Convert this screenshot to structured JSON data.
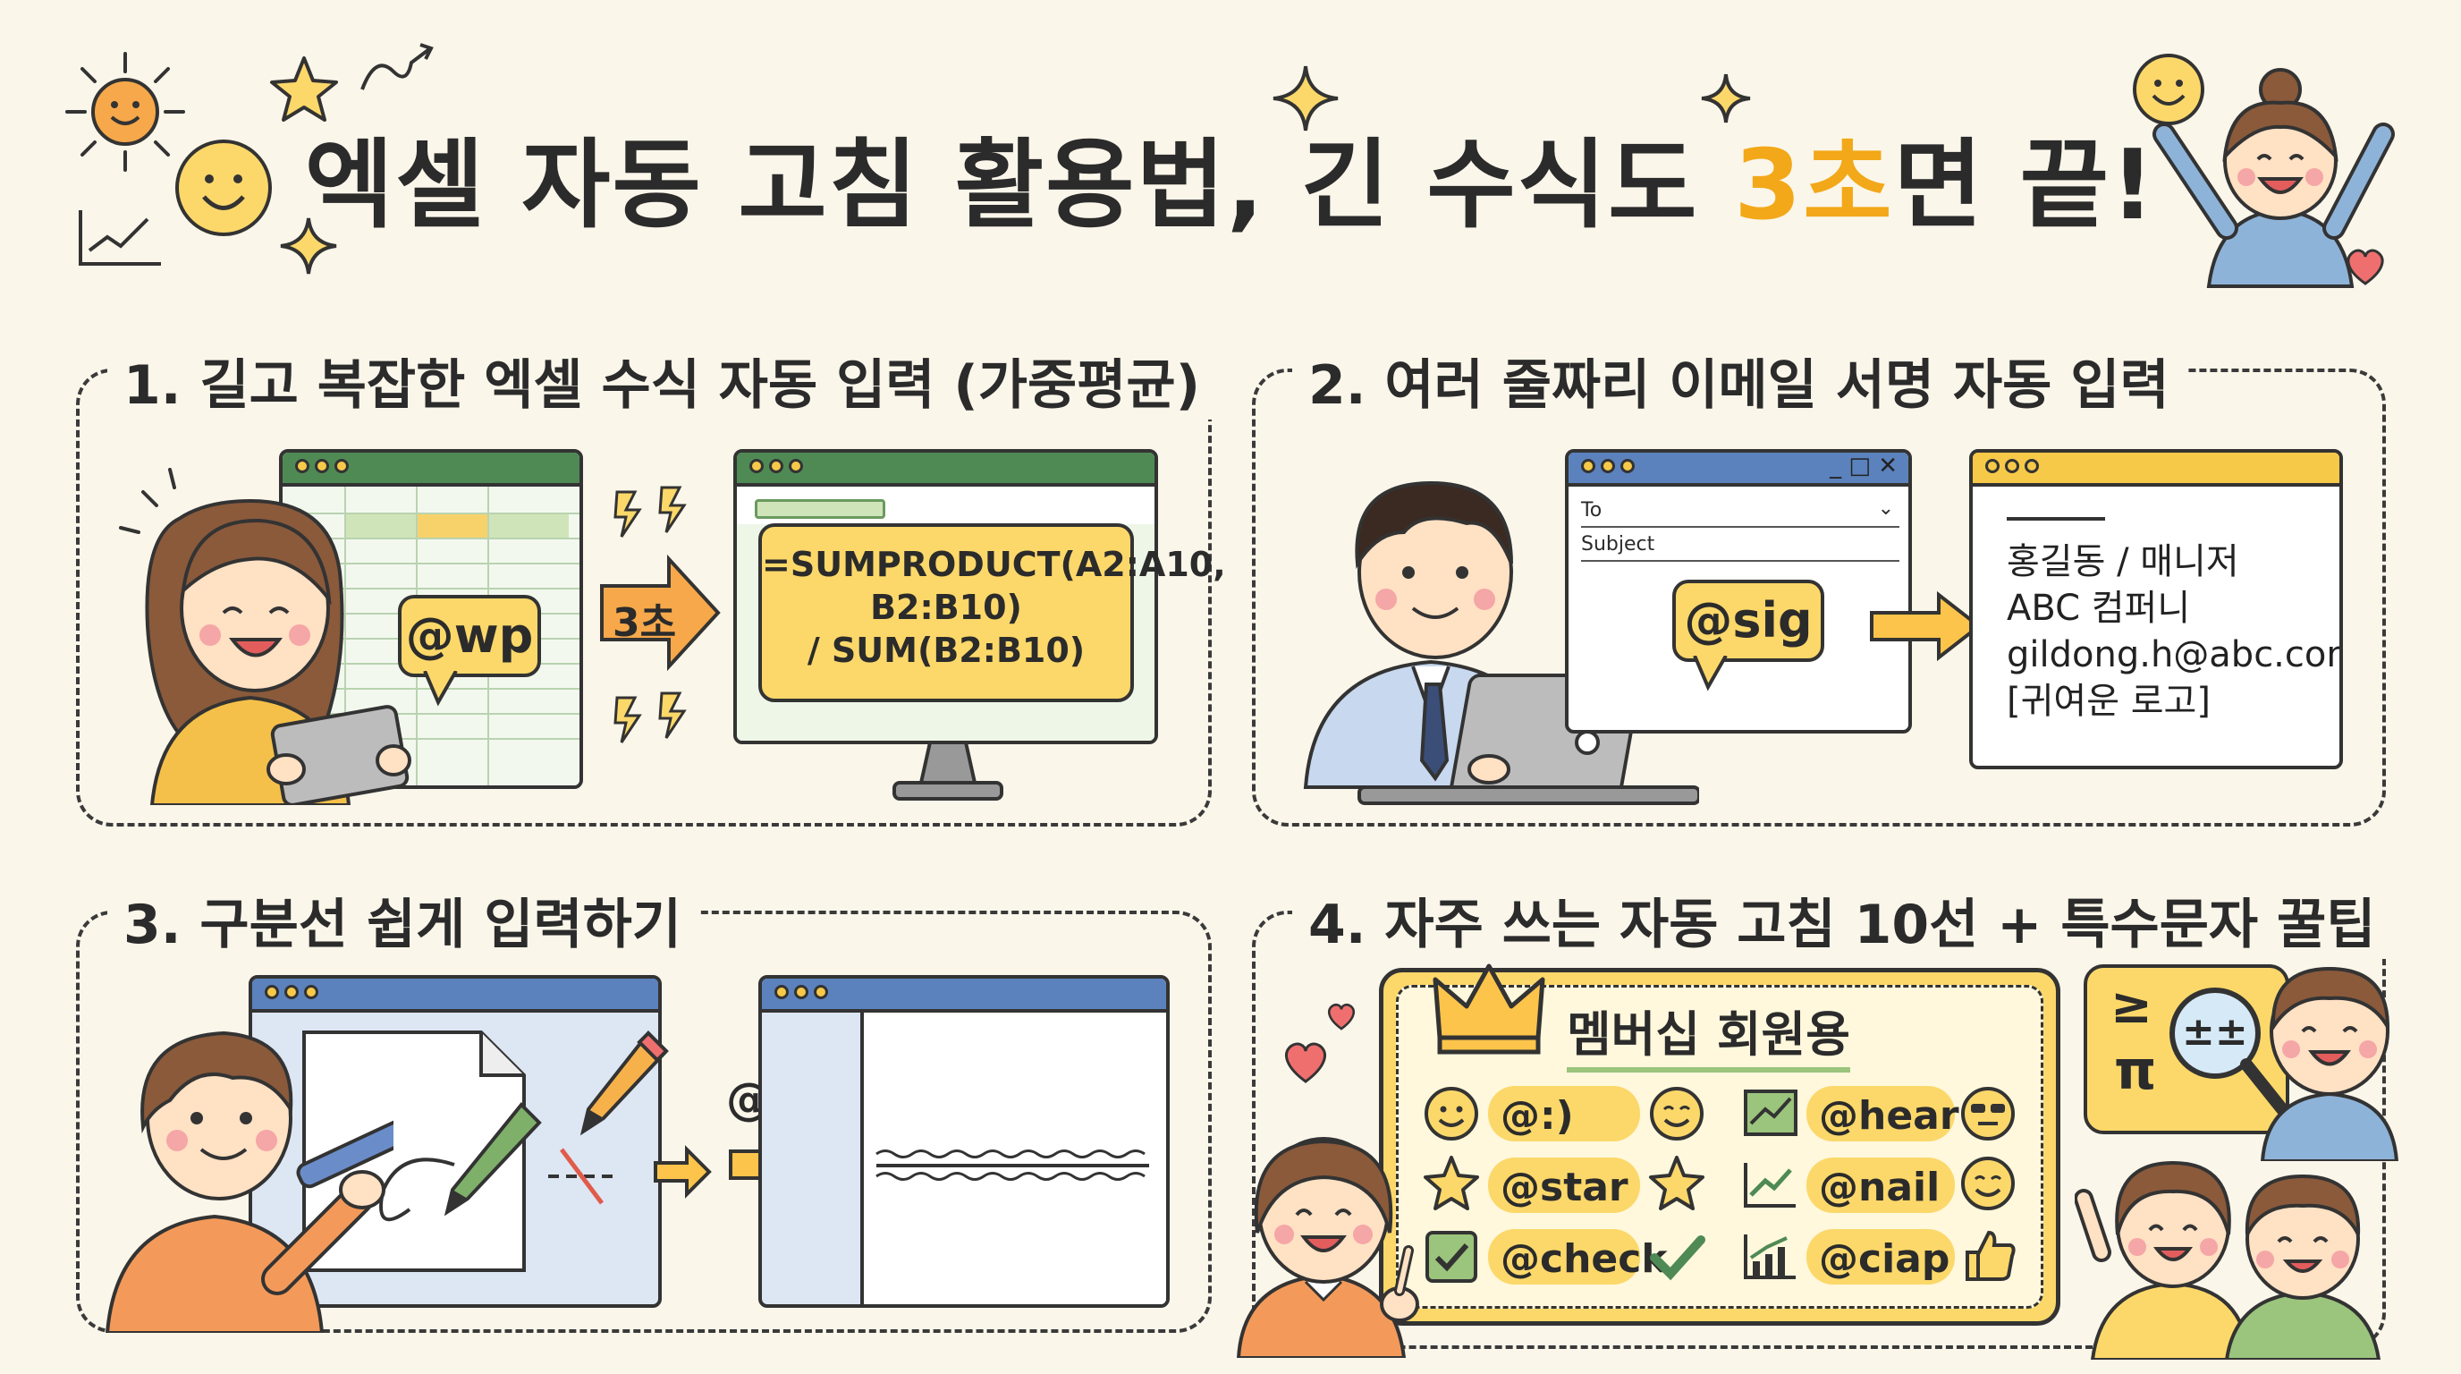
{
  "title": {
    "part1": "엑셀 자동 고침 활용법, 긴 수식도 ",
    "highlight": "3초",
    "part2": "면 끝!"
  },
  "panel1": {
    "heading": "1. 길고 복잡한 엑셀 수식 자동 입력 (가중평균)",
    "shortcut": "@wp",
    "arrow_label": "3초",
    "formula_line1": "=SUMPRODUCT(A2:A10,",
    "formula_line2": "B2:B10)",
    "formula_line3": "/ SUM(B2:B10)"
  },
  "panel2": {
    "heading": "2. 여러 줄짜리 이메일 서명 자동 입력",
    "to_label": "To",
    "subject_label": "Subject",
    "shortcut": "@sig",
    "signature": [
      "홍길동 / 매니저",
      "ABC 컴퍼니",
      "gildong.h@abc.com",
      "[귀여운 로고]"
    ]
  },
  "panel3": {
    "heading": "3. 구분선 쉽게 입력하기",
    "shortcut": "@line"
  },
  "panel4": {
    "heading": "4. 자주 쓰는 자동 고침 10선 + 특수문자 꿀팁",
    "card_title": "멤버십 회원용",
    "items": [
      "@:)",
      "@hear",
      "@star",
      "@nail",
      "@check",
      "@ciap"
    ],
    "symbols_top": "≥",
    "symbols_bottom": "π",
    "lens_text": "±±"
  },
  "colors": {
    "background": "#fbf6ea",
    "accent_yellow": "#fcd86a",
    "accent_orange": "#f6a84a",
    "excel_green": "#4f8a55",
    "window_blue": "#5b82bd"
  }
}
